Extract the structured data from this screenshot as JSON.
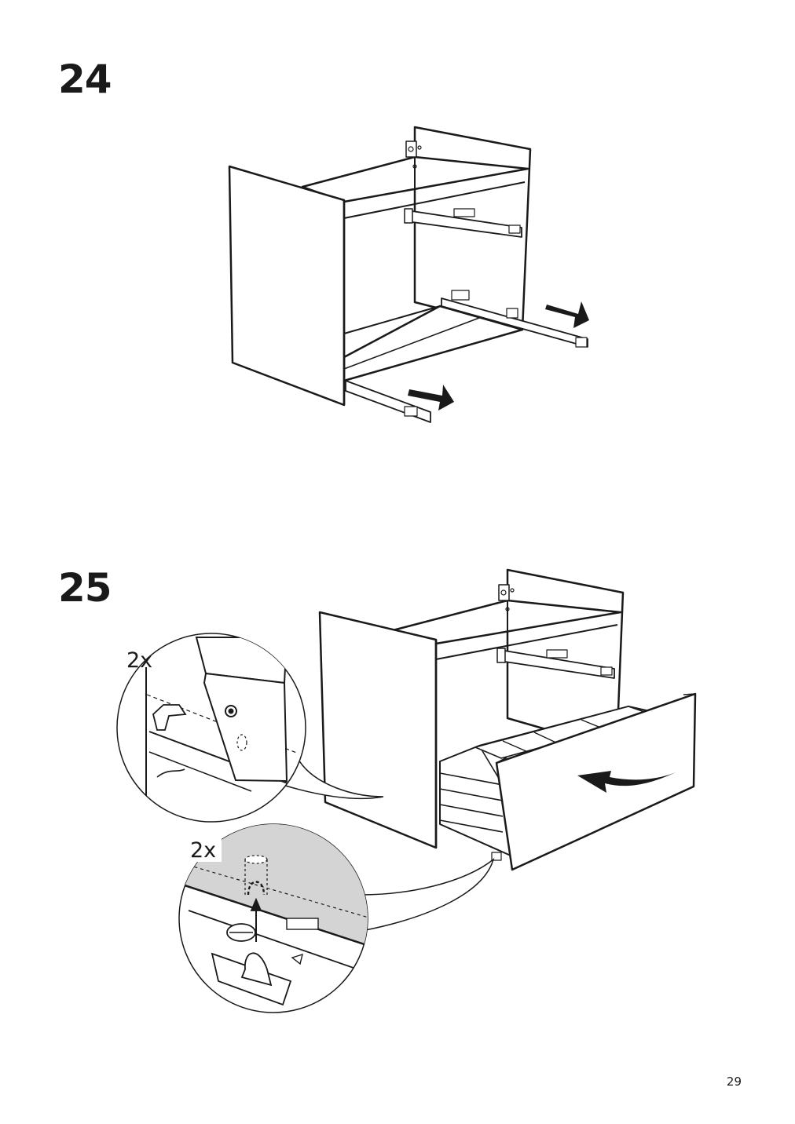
{
  "steps": [
    {
      "number": "24"
    },
    {
      "number": "25",
      "callouts": [
        {
          "quantity": "2x"
        },
        {
          "quantity": "2x"
        }
      ]
    }
  ],
  "page": {
    "number": "29"
  },
  "colors": {
    "line": "#1a1a1a",
    "arrow": "#1a1a1a",
    "detail_shade": "#d4d4d4",
    "background": "#ffffff"
  }
}
